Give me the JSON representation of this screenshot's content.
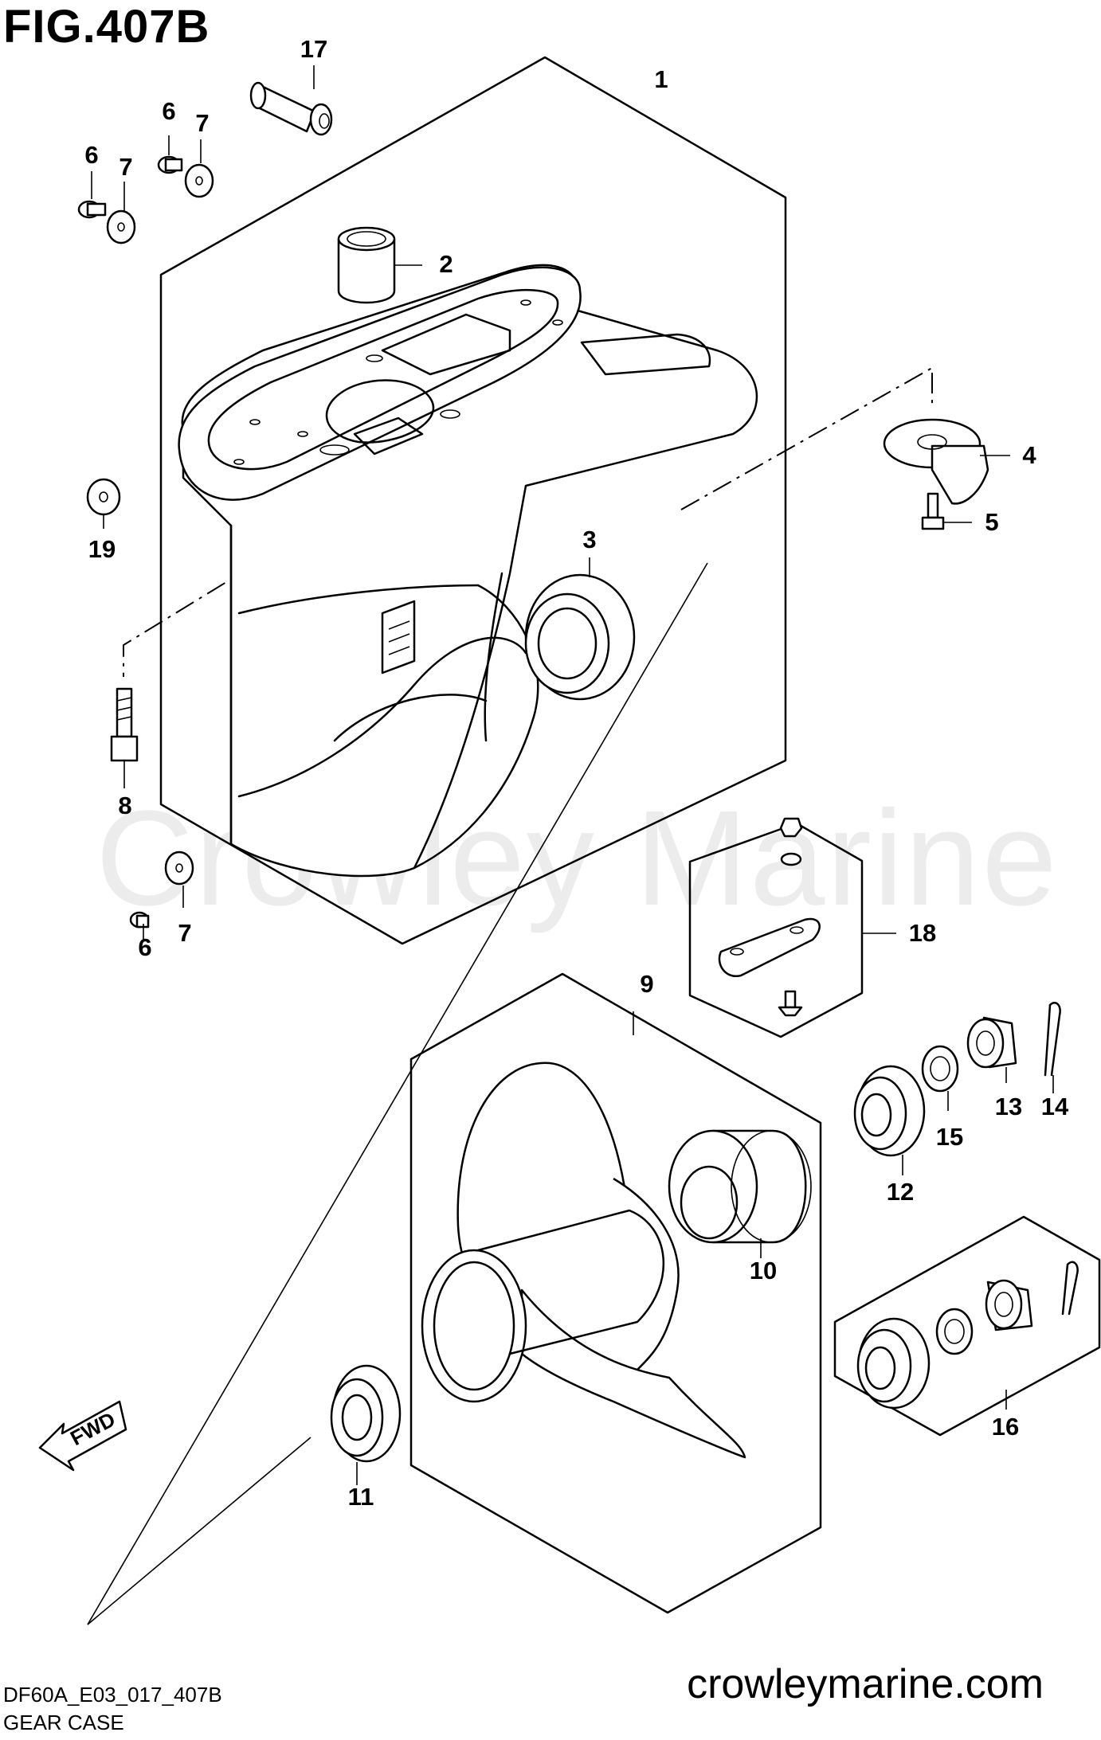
{
  "figure": {
    "title": "FIG.407B",
    "code": "DF60A_E03_017_407B",
    "caption": "GEAR CASE",
    "website": "crowleymarine.com",
    "watermark": "Crowley Marine"
  },
  "fwd_arrow": {
    "label": "FWD"
  },
  "callouts": [
    {
      "id": "c1",
      "label": "1"
    },
    {
      "id": "c2",
      "label": "2"
    },
    {
      "id": "c3",
      "label": "3"
    },
    {
      "id": "c4",
      "label": "4"
    },
    {
      "id": "c5",
      "label": "5"
    },
    {
      "id": "c6a",
      "label": "6"
    },
    {
      "id": "c6b",
      "label": "6"
    },
    {
      "id": "c6c",
      "label": "6"
    },
    {
      "id": "c7a",
      "label": "7"
    },
    {
      "id": "c7b",
      "label": "7"
    },
    {
      "id": "c7c",
      "label": "7"
    },
    {
      "id": "c8",
      "label": "8"
    },
    {
      "id": "c9",
      "label": "9"
    },
    {
      "id": "c10",
      "label": "10"
    },
    {
      "id": "c11",
      "label": "11"
    },
    {
      "id": "c12",
      "label": "12"
    },
    {
      "id": "c13",
      "label": "13"
    },
    {
      "id": "c14",
      "label": "14"
    },
    {
      "id": "c15",
      "label": "15"
    },
    {
      "id": "c16",
      "label": "16"
    },
    {
      "id": "c17",
      "label": "17"
    },
    {
      "id": "c18",
      "label": "18"
    },
    {
      "id": "c19",
      "label": "19"
    }
  ]
}
